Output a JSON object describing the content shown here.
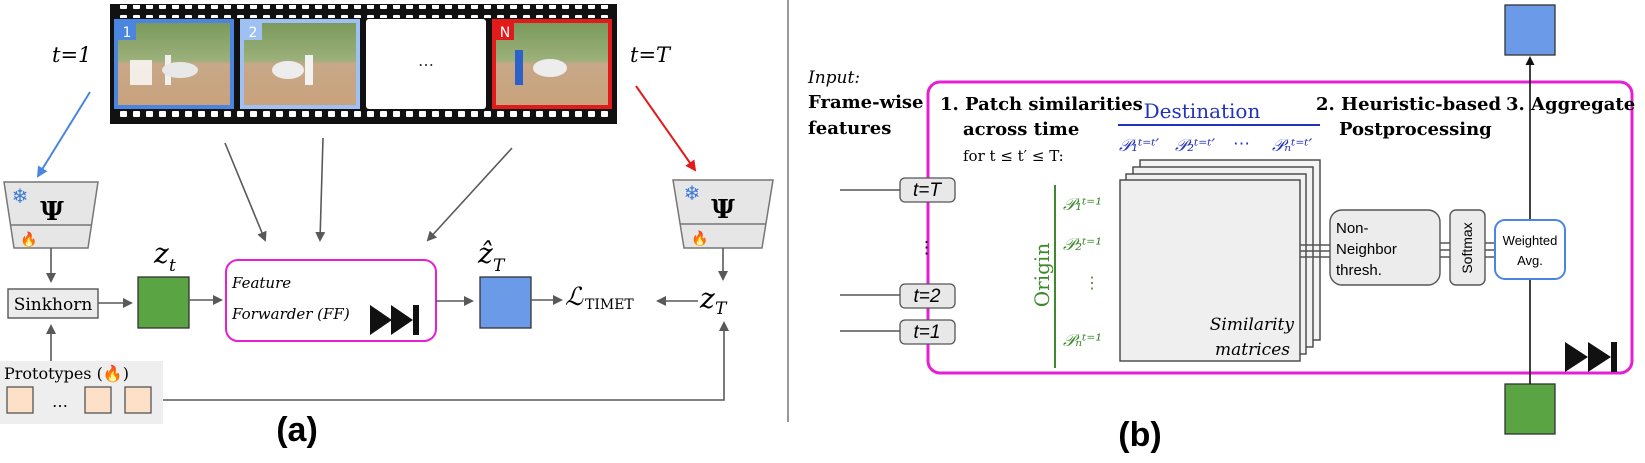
{
  "colors": {
    "magenta": "#e51fd2",
    "blue_frame": "#4a86e0",
    "light_blue_frame": "#9fc0f2",
    "red_frame": "#e21a1a",
    "green_block": "#5aa444",
    "blue_block": "#6b9be8",
    "prototype_fill": "#fce0c8",
    "origin_green": "#3d8a2c",
    "destination_blue": "#2233bb",
    "arrow_gray": "#595959"
  },
  "panel_a": {
    "label": "(a)",
    "t1_label": "t=1",
    "tT_label": "t=T",
    "frames": [
      "1",
      "2",
      "…",
      "N"
    ],
    "psi_symbol": "Ψ",
    "snowflake_icon": "❄",
    "fire_icon": "🔥",
    "sinkhorn_label": "Sinkhorn",
    "prototypes_label": "Prototypes (🔥)",
    "prototypes_ellipsis": "…",
    "z_t": "z",
    "z_t_sub": "t",
    "feature_forwarder_line1": "Feature",
    "feature_forwarder_line2": "Forwarder (FF)",
    "zhat_T": "ẑ",
    "zhat_T_sub": "T",
    "loss_L": "ℒ",
    "loss_sub": "TIMET",
    "z_T": "z",
    "z_T_sub": "T"
  },
  "panel_b": {
    "label": "(b)",
    "input_label": "Input:",
    "frame_wise_line1": "Frame-wise",
    "frame_wise_line2": "features",
    "step1_line1": "1. Patch similarities",
    "step1_line2": "across time",
    "step1_line3": "for t ≤ t′ ≤ T:",
    "step2_line1": "2. Heuristic-based",
    "step2_line2": "Postprocessing",
    "step3": "3. Aggregate",
    "destination": "Destination",
    "dest_patches": [
      "𝒫₁ᵗ⁼ᵗ′",
      "𝒫₂ᵗ⁼ᵗ′",
      "⋯",
      "𝒫ₙᵗ⁼ᵗ′"
    ],
    "origin": "Origin",
    "origin_patches": [
      "𝒫₁ᵗ⁼¹",
      "𝒫₂ᵗ⁼¹",
      "⋮",
      "𝒫ₙᵗ⁼¹"
    ],
    "time_tags": [
      "t=T",
      "⋮",
      "t=2",
      "t=1"
    ],
    "similarity_line1": "Similarity",
    "similarity_line2": "matrices",
    "non_neighbor_line1": "Non-",
    "non_neighbor_line2": "Neighbor",
    "non_neighbor_line3": "thresh.",
    "softmax": "Softmax",
    "weighted_line1": "Weighted",
    "weighted_line2": "Avg."
  }
}
